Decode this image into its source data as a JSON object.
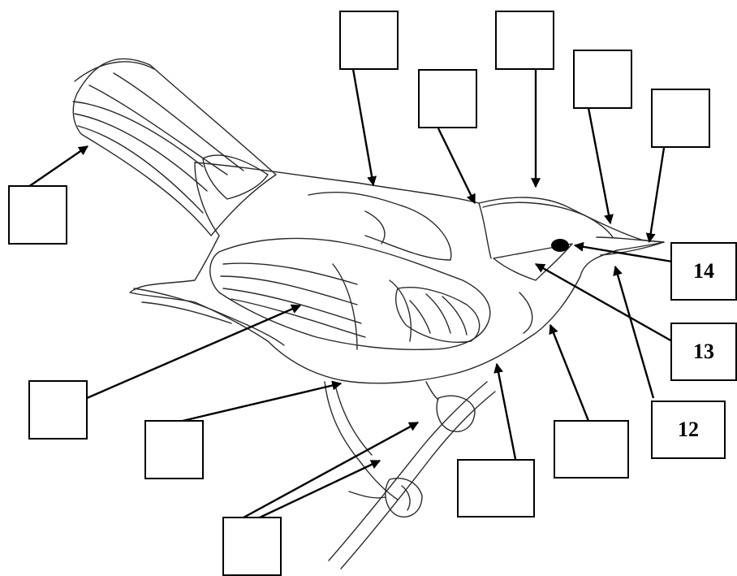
{
  "diagram": {
    "labels": [
      {
        "id": "box-tail",
        "text": ""
      },
      {
        "id": "box-back",
        "text": ""
      },
      {
        "id": "box-nape",
        "text": ""
      },
      {
        "id": "box-crown",
        "text": ""
      },
      {
        "id": "box-upper-mandible",
        "text": ""
      },
      {
        "id": "box-bill-tip",
        "text": ""
      },
      {
        "id": "box-eye",
        "text": "14"
      },
      {
        "id": "box-ear-coverts",
        "text": "13"
      },
      {
        "id": "box-throat",
        "text": "12"
      },
      {
        "id": "box-breast",
        "text": ""
      },
      {
        "id": "box-belly",
        "text": ""
      },
      {
        "id": "box-wing",
        "text": ""
      },
      {
        "id": "box-thigh",
        "text": ""
      },
      {
        "id": "box-foot",
        "text": ""
      }
    ]
  },
  "colors": {
    "ink": "#000000",
    "sketch": "#2a2a2a",
    "eye": "#000000",
    "background": "#ffffff"
  }
}
